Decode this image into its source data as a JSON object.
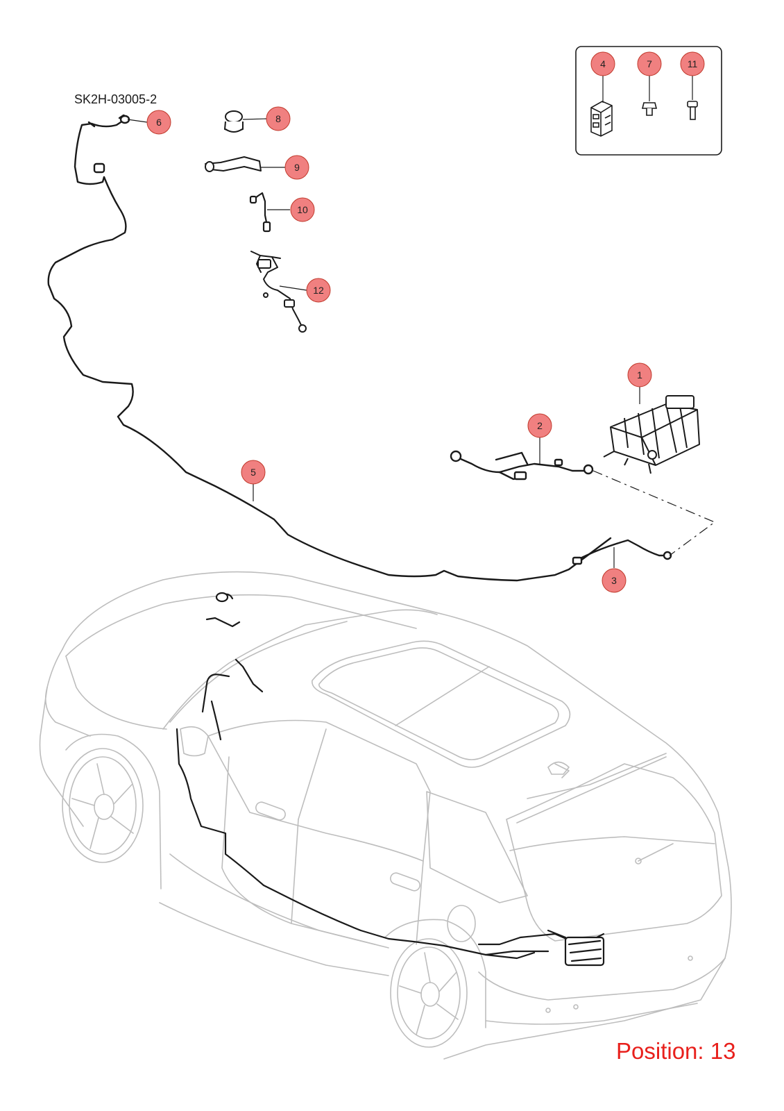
{
  "reference_code": "SK2H-03005-2",
  "position_label": "Position: 13",
  "colors": {
    "callout_fill": "#f08080",
    "callout_stroke": "#c0392b",
    "position_text": "#e8201c",
    "line_dark": "#1a1a1a",
    "vehicle_outline": "#bdbdbd"
  },
  "callouts": [
    {
      "id": "callout-1",
      "label": "1"
    },
    {
      "id": "callout-2",
      "label": "2"
    },
    {
      "id": "callout-3",
      "label": "3"
    },
    {
      "id": "callout-4",
      "label": "4"
    },
    {
      "id": "callout-5",
      "label": "5"
    },
    {
      "id": "callout-6",
      "label": "6"
    },
    {
      "id": "callout-7",
      "label": "7"
    },
    {
      "id": "callout-8",
      "label": "8"
    },
    {
      "id": "callout-9",
      "label": "9"
    },
    {
      "id": "callout-10",
      "label": "10"
    },
    {
      "id": "callout-11",
      "label": "11"
    },
    {
      "id": "callout-12",
      "label": "12"
    }
  ]
}
